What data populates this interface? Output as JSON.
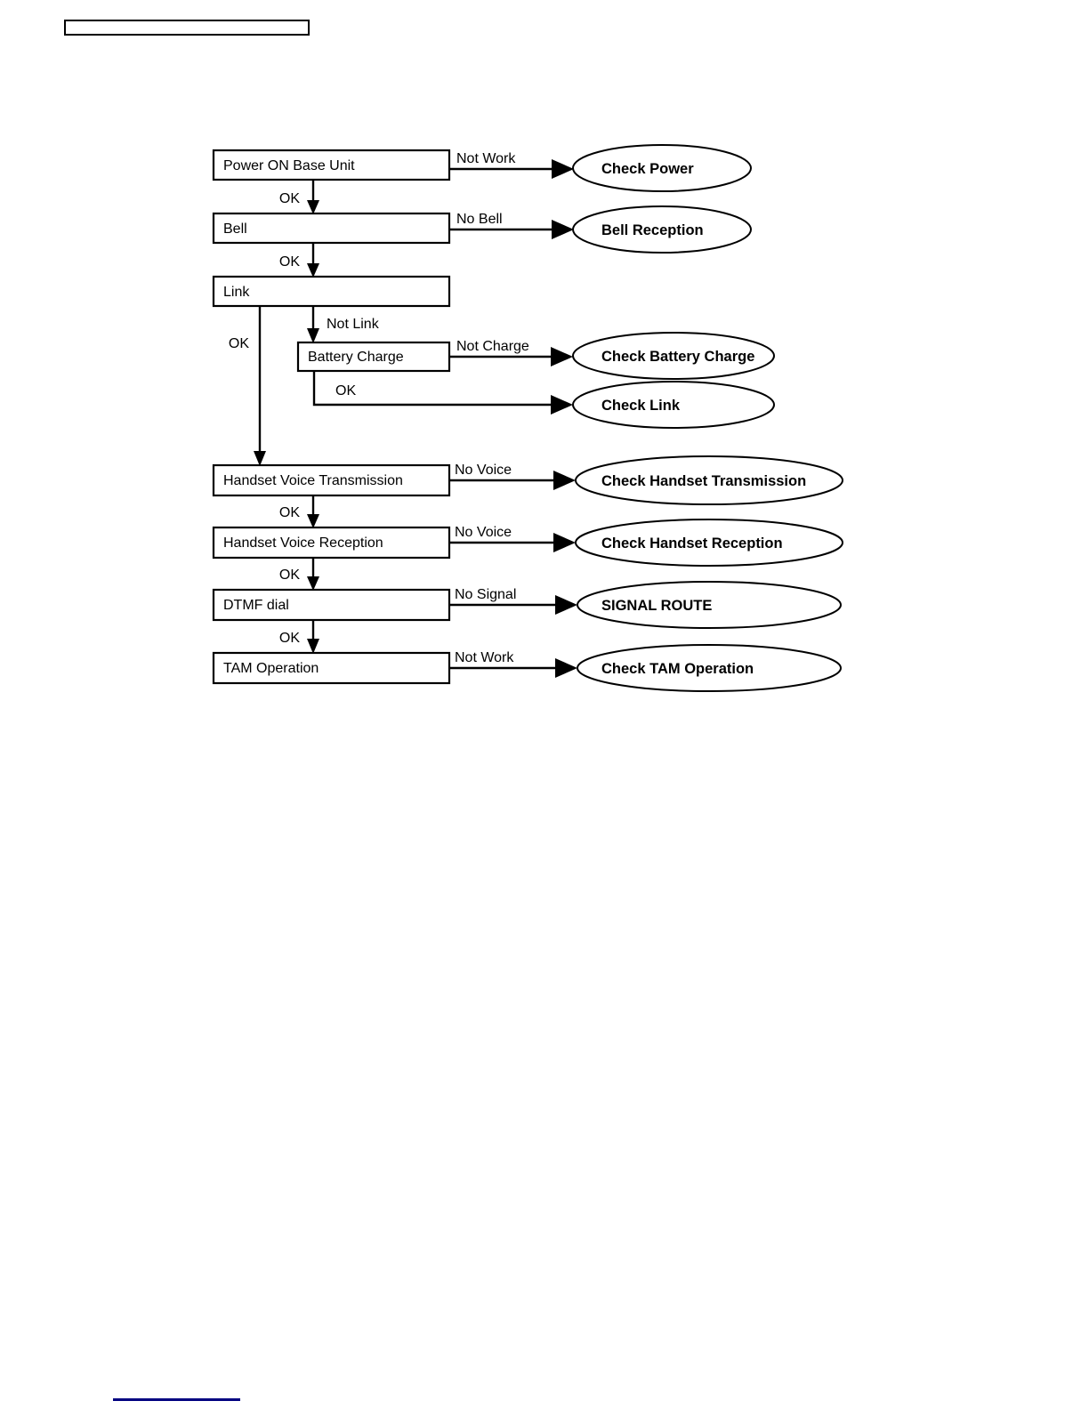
{
  "colors": {
    "ink": "#000000",
    "paper": "#ffffff",
    "footer_link": "#000080"
  },
  "flowchart": {
    "boxes": [
      {
        "label": "Power ON Base Unit"
      },
      {
        "label": "Bell"
      },
      {
        "label": "Link"
      },
      {
        "label": "Battery Charge"
      },
      {
        "label": "Handset Voice Transmission"
      },
      {
        "label": "Handset Voice Reception"
      },
      {
        "label": "DTMF dial"
      },
      {
        "label": "TAM Operation"
      }
    ],
    "terminals": [
      {
        "label": "Check Power"
      },
      {
        "label": "Bell Reception"
      },
      {
        "label": "Check Battery Charge"
      },
      {
        "label": "Check Link"
      },
      {
        "label": "Check Handset Transmission"
      },
      {
        "label": "Check Handset Reception"
      },
      {
        "label": "SIGNAL ROUTE"
      },
      {
        "label": "Check TAM Operation"
      }
    ],
    "edges": [
      {
        "from": "Power ON Base Unit",
        "to": "Check Power",
        "label": "Not Work"
      },
      {
        "from": "Power ON Base Unit",
        "to": "Bell",
        "label": "OK"
      },
      {
        "from": "Bell",
        "to": "Bell Reception",
        "label": "No Bell"
      },
      {
        "from": "Bell",
        "to": "Link",
        "label": "OK"
      },
      {
        "from": "Link",
        "to": "Battery Charge",
        "label": "Not Link"
      },
      {
        "from": "Link",
        "to": "Handset Voice Transmission",
        "label": "OK"
      },
      {
        "from": "Battery Charge",
        "to": "Check Battery Charge",
        "label": "Not Charge"
      },
      {
        "from": "Battery Charge",
        "to": "Check Link",
        "label": "OK"
      },
      {
        "from": "Handset Voice Transmission",
        "to": "Check Handset Transmission",
        "label": "No Voice"
      },
      {
        "from": "Handset Voice Transmission",
        "to": "Handset Voice Reception",
        "label": "OK"
      },
      {
        "from": "Handset Voice Reception",
        "to": "Check Handset Reception",
        "label": "No Voice"
      },
      {
        "from": "Handset Voice Reception",
        "to": "DTMF dial",
        "label": "OK"
      },
      {
        "from": "DTMF dial",
        "to": "SIGNAL ROUTE",
        "label": "No Signal"
      },
      {
        "from": "DTMF dial",
        "to": "TAM Operation",
        "label": "OK"
      },
      {
        "from": "TAM Operation",
        "to": "Check TAM Operation",
        "label": "Not Work"
      }
    ]
  }
}
